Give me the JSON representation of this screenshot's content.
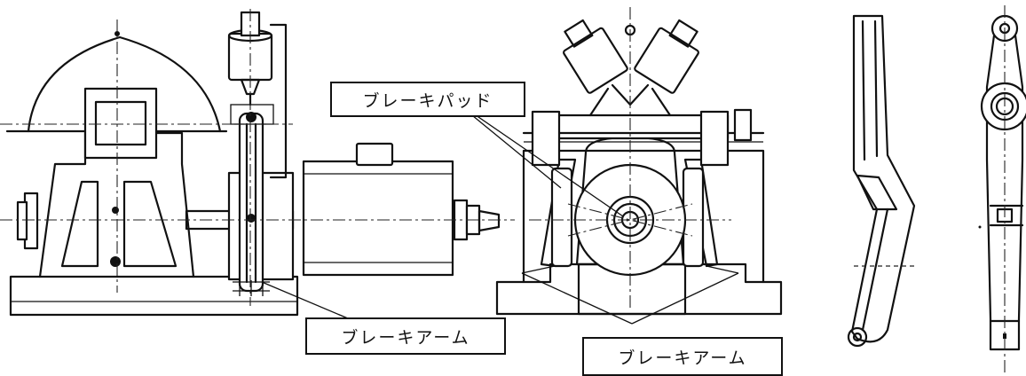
{
  "labels": {
    "brake_pad": "ブレーキパッド",
    "brake_arm_left": "ブレーキアーム",
    "brake_arm_right": "ブレーキアーム"
  },
  "colors": {
    "ink": "#111111",
    "background": "#ffffff"
  }
}
